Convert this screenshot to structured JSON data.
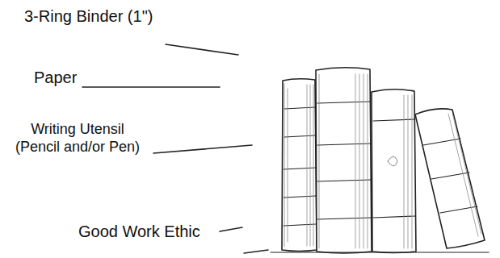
{
  "diagram": {
    "labels": [
      "3-Ring Binder (1\")",
      "Paper",
      "Writing Utensil (Pencil and/or Pen)",
      "Good Work Ethic"
    ]
  }
}
